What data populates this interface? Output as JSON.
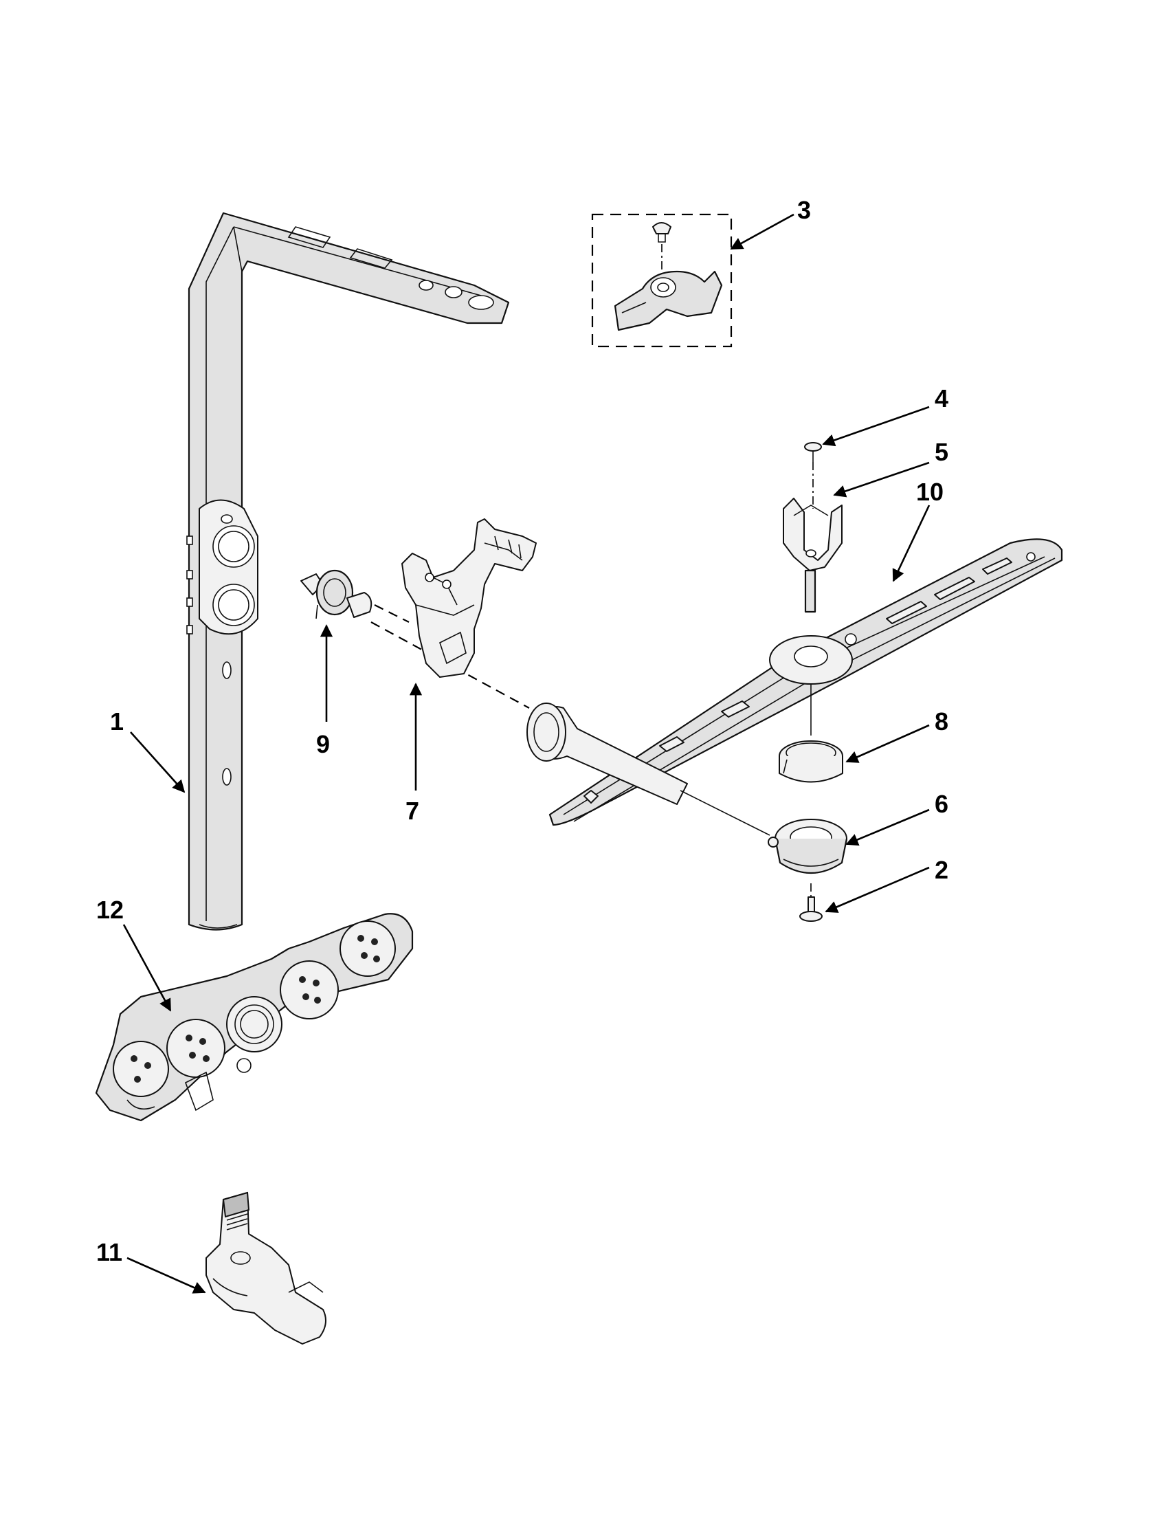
{
  "callouts": [
    {
      "id": "1",
      "text": "1"
    },
    {
      "id": "2",
      "text": "2"
    },
    {
      "id": "3",
      "text": "3"
    },
    {
      "id": "4",
      "text": "4"
    },
    {
      "id": "5",
      "text": "5"
    },
    {
      "id": "6",
      "text": "6"
    },
    {
      "id": "7",
      "text": "7"
    },
    {
      "id": "8",
      "text": "8"
    },
    {
      "id": "9",
      "text": "9"
    },
    {
      "id": "10",
      "text": "10"
    },
    {
      "id": "11",
      "text": "11"
    },
    {
      "id": "12",
      "text": "12"
    }
  ],
  "colors": {
    "line": "#111111",
    "fill": "#e2e2e2",
    "background": "#ffffff"
  }
}
